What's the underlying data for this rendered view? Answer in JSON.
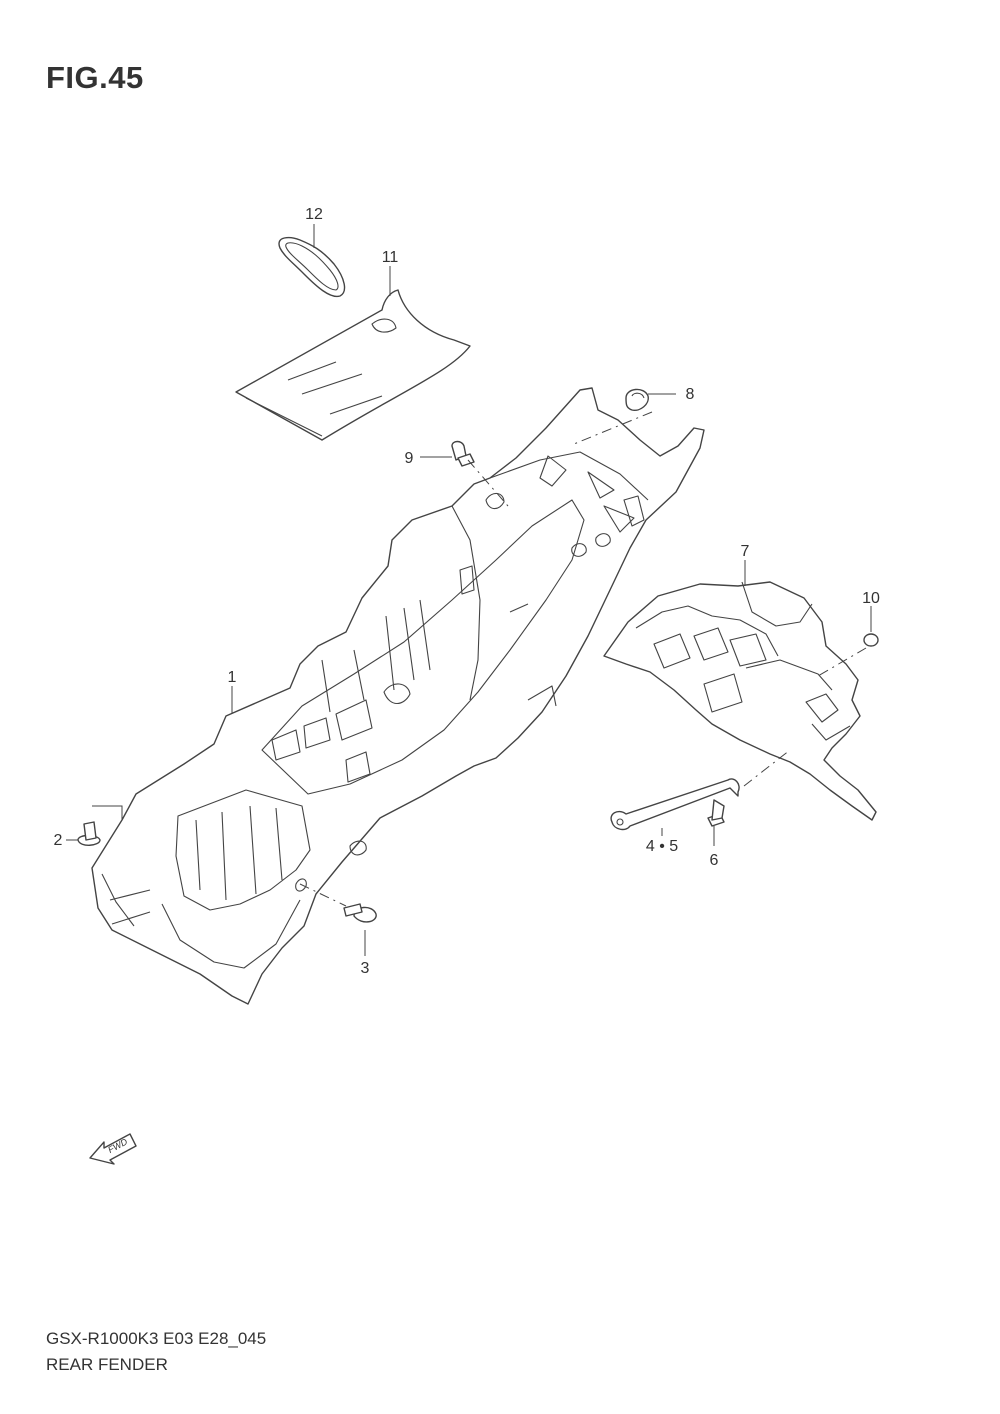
{
  "figure": {
    "title": "FIG.45",
    "model_code": "GSX-R1000K3 E03 E28_045",
    "section_name": "REAR FENDER"
  },
  "callouts": {
    "c1": "1",
    "c2": "2",
    "c3": "3",
    "c45": "4 • 5",
    "c6": "6",
    "c7": "7",
    "c8": "8",
    "c9": "9",
    "c10": "10",
    "c11": "11",
    "c12": "12"
  },
  "fwd_label": "FWD"
}
